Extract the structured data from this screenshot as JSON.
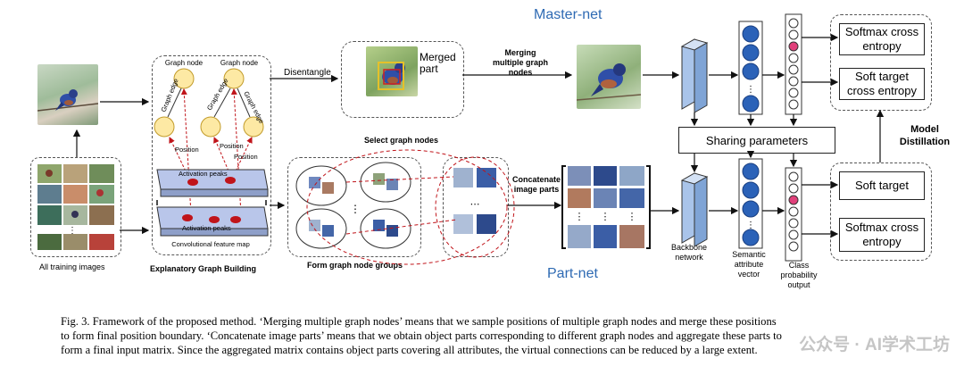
{
  "figure": {
    "master_title": "Master-net",
    "part_title": "Part-net",
    "all_training_images": "All training images",
    "graph_node_left": "Graph node",
    "graph_node_right": "Graph node",
    "graph_edge_1": "Graph edge",
    "graph_edge_2": "Graph edge",
    "graph_edge_3": "Graph edge",
    "position_1": "Position",
    "position_2": "Position",
    "position_3": "Position",
    "activation_peaks_top": "Activation peaks",
    "activation_peaks_bottom": "Activation peaks",
    "conv_feature_map": "Convolutional feature map",
    "explanatory_graph_building": "Explanatory Graph Building",
    "disentangle": "Disentangle",
    "merged_part": "Merged part",
    "merging_multiple": "Merging multiple graph nodes",
    "select_graph_nodes": "Select graph nodes",
    "form_graph_node_groups": "Form graph node groups",
    "concatenate_image_parts": "Concatenate image parts",
    "sharing_parameters": "Sharing parameters",
    "backbone_network": "Backbone network",
    "semantic_attribute_vector": "Semantic attribute vector",
    "class_probability_output": "Class probability output",
    "model_distillation": "Model Distillation",
    "softmax_ce_top": "Softmax cross entropy",
    "soft_target_ce": "Soft target cross entropy",
    "soft_target": "Soft target",
    "softmax_ce_bottom": "Softmax cross entropy"
  },
  "caption": {
    "line1": "Fig. 3.    Framework of the proposed method. ‘Merging multiple graph nodes’ means that we sample positions of multiple graph nodes and merge these positions",
    "line2": "to form final position boundary. ‘Concatenate image parts’ means that we obtain object parts corresponding to different graph nodes and aggregate these parts to",
    "line3": "form a final input matrix. Since the aggregated matrix contains object parts covering all attributes, the virtual connections can be reduced by a large extent."
  },
  "watermark": "公众号 · AI学术工坊",
  "colors": {
    "accent_blue": "#2e6ab3",
    "node_yellow": "#fde9a4",
    "peak_red": "#c0141a",
    "vector_blue": "#2b62b8",
    "class_pink": "#e0407a"
  }
}
